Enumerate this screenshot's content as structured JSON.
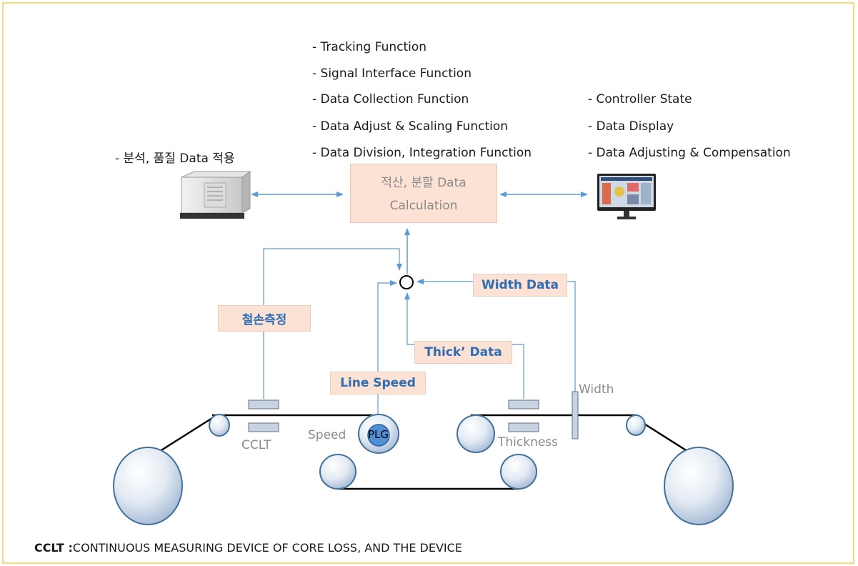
{
  "functions_center": [
    "- Tracking Function",
    "- Signal Interface Function",
    "- Data Collection Function",
    "- Data Adjust & Scaling Function",
    "- Data Division, Integration Function"
  ],
  "functions_right": [
    "- Controller State",
    "- Data Display",
    "- Data Adjusting & Compensation"
  ],
  "left_note": "- 분석, 품질 Data 적용",
  "calc_box": {
    "line1": "적산, 분할 Data",
    "line2": "Calculation"
  },
  "labels": {
    "core_loss": "철손측정",
    "width_data": "Width Data",
    "thick_data": "Thick’ Data",
    "line_speed": "Line Speed"
  },
  "device_labels": {
    "cclt": "CCLT",
    "speed": "Speed",
    "plg": "PLG",
    "thickness": "Thickness",
    "width": "Width"
  },
  "footnote": {
    "term": "CCLT :",
    "text": "CONTINUOUS MEASURING DEVICE OF CORE LOSS, AND THE DEVICE"
  },
  "colors": {
    "frame_border": "#f7dc74",
    "label_fill": "#fbe2d4",
    "label_text": "#2e6db4",
    "arrow": "#5b9bd5",
    "roll_edge": "#41719c"
  }
}
